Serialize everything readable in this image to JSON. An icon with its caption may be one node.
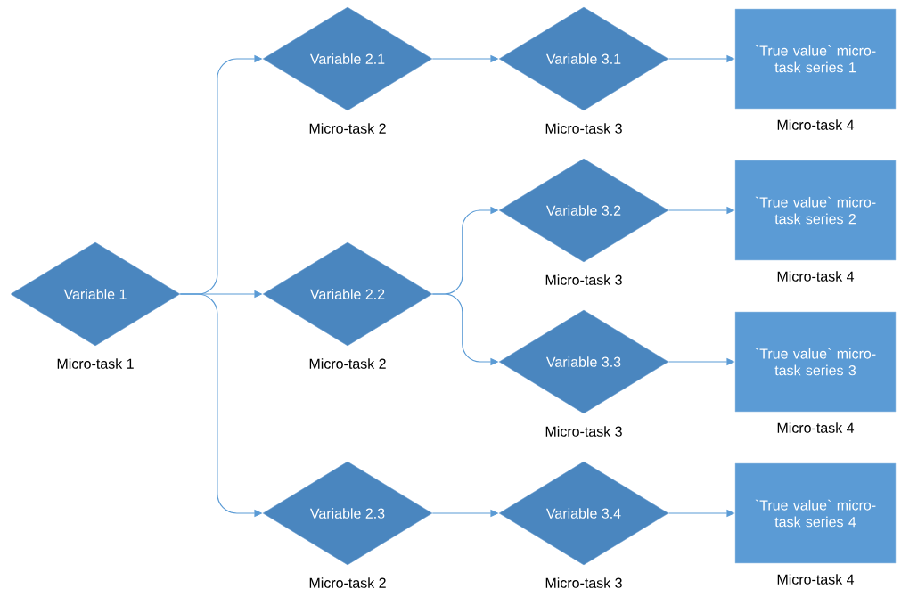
{
  "diagram": {
    "nodes": [
      {
        "text": [
          "Variable 1"
        ],
        "beside": [
          "Micro-task 1"
        ]
      },
      {
        "text": [
          "Variable 2.1"
        ],
        "beside": [
          "Micro-task 2"
        ]
      },
      {
        "text": [
          "Variable 3.1"
        ],
        "beside": [
          "Micro-task 3"
        ]
      },
      {
        "text": [
          "`True value` micro-task series 1"
        ],
        "beside": [
          "Micro-task 4"
        ]
      },
      {
        "text": [
          "Variable 3.2"
        ],
        "beside": [
          "Micro-task 3"
        ]
      },
      {
        "text": [
          "`True value` micro-task series 2"
        ],
        "beside": [
          "Micro-task 4"
        ]
      },
      {
        "text": [
          "Variable 2.2"
        ],
        "beside": [
          "Micro-task 2"
        ]
      },
      {
        "text": [
          "Variable 3.3"
        ],
        "beside": [
          "Micro-task 3"
        ]
      },
      {
        "text": [
          "`True value` micro-task series 3"
        ],
        "beside": [
          "Micro-task 4"
        ]
      },
      {
        "text": [
          "Variable 2.3"
        ],
        "beside": [
          "Micro-task 2"
        ]
      },
      {
        "text": [
          "Variable 3.4"
        ],
        "beside": [
          "Micro-task 3"
        ]
      },
      {
        "text": [
          "`True value` micro-task series 4"
        ],
        "beside": [
          "Micro-task 4"
        ]
      }
    ],
    "edges": [
      {
        "from": 0,
        "to": 1,
        "arrow": "to"
      },
      {
        "from": 0,
        "to": 6,
        "arrow": "to"
      },
      {
        "from": 0,
        "to": 9,
        "arrow": "to"
      },
      {
        "from": 1,
        "to": 2,
        "arrow": "to"
      },
      {
        "from": 2,
        "to": 3,
        "arrow": "to"
      },
      {
        "from": 6,
        "to": 4,
        "arrow": "to"
      },
      {
        "from": 6,
        "to": 7,
        "arrow": "to"
      },
      {
        "from": 4,
        "to": 5,
        "arrow": "to"
      },
      {
        "from": 7,
        "to": 8,
        "arrow": "to"
      },
      {
        "from": 9,
        "to": 10,
        "arrow": "to"
      },
      {
        "from": 10,
        "to": 11,
        "arrow": "to"
      }
    ]
  }
}
